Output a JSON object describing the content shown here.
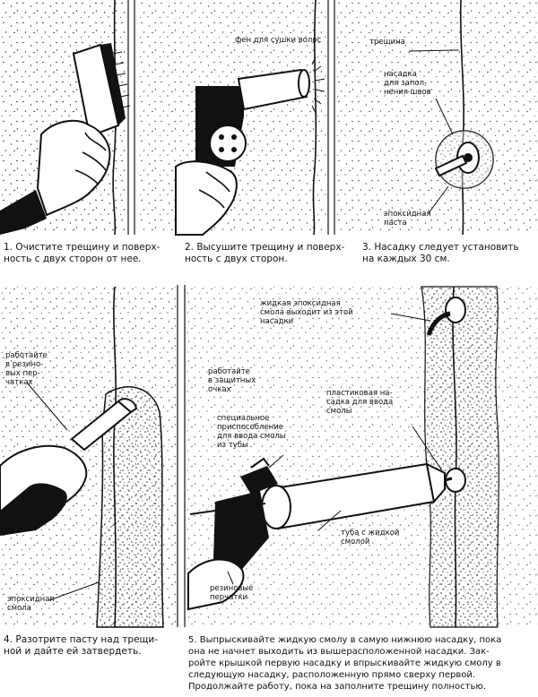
{
  "panels": [
    {
      "caption_lines": [
        "1. Очистите трещину и поверх-",
        "ность с двух сторон от нее."
      ]
    },
    {
      "labels": {
        "hair_dryer": "фен для сушки волос"
      },
      "caption_lines": [
        "2. Высушите трещину и поверх-",
        "ность с двух сторон."
      ]
    },
    {
      "labels": {
        "crack": "трещина",
        "nozzle": [
          "насадка",
          "для запол-",
          "нения швов"
        ],
        "epoxy_paste": [
          "эпоксидная",
          "паста"
        ]
      },
      "caption_lines": [
        "3. Насадку следует установить",
        "на каждых 30 см."
      ]
    },
    {
      "labels": {
        "gloves": [
          "работайте",
          "в резино-",
          "вых пер-",
          "чатках"
        ],
        "epoxy_resin": [
          "эпоксидная",
          "смола"
        ]
      },
      "caption_lines": [
        "4. Разотрите пасту над трещи-",
        "ной и дайте ей затвердеть."
      ]
    },
    {
      "labels": {
        "liquid_epoxy": [
          "жидкая эпоксидная",
          "смола выходит из этой",
          "насадки"
        ],
        "goggles": [
          "работайте",
          "в защитных",
          "очках"
        ],
        "plastic_nozzle": [
          "пластиковая на-",
          "садка для ввода",
          "смолы"
        ],
        "special_device": [
          "специальное",
          "приспособление",
          "для ввода смолы",
          "из тубы"
        ],
        "tube": [
          "туба с жидкой",
          "смолой"
        ],
        "rubber_gloves": [
          "резиновые",
          "перчатки"
        ]
      },
      "caption_lines": [
        "5. Выпрыскивайте жидкую смолу в самую нижнюю насадку, пока",
        "она не начнет выходить из вышерасположенной насадки. Зак-",
        "ройте крышкой первую насадку и впрыскивайте жидкую смолу в",
        "следующую насадку, расположенную прямо сверху первой.",
        "Продолжайте работу, пока на заполните трещину полностью."
      ]
    }
  ]
}
